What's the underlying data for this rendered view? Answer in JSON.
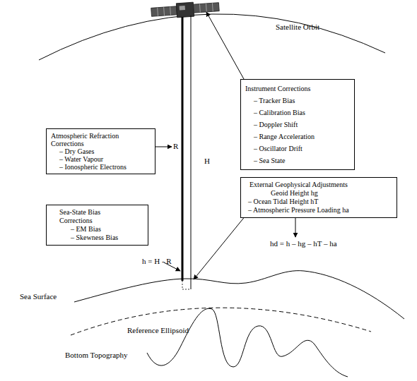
{
  "diagram": {
    "nodes": [
      {
        "text": [
          "Instrument Corrections",
          "– Tracker Bias",
          "– Calibration Bias",
          "– Doppler Shift",
          "– Range Acceleration",
          "– Oscillator Drift",
          "– Sea State"
        ]
      },
      {
        "text": [
          "Atmospheric Refraction Corrections",
          "– Dry Gases",
          "– Water Vapour",
          "– Ionospheric Electrons"
        ]
      },
      {
        "text": [
          "External Geophysical Adjustments",
          "Geoid Height hg",
          "– Ocean Tidal Height hT",
          "– Atmospheric Pressure Loading ha"
        ]
      },
      {
        "text": [
          "Sea-State Bias Corrections",
          "– EM Bias",
          "– Skewness Bias"
        ]
      }
    ],
    "labels": [
      "Satellite Orbit",
      "R",
      "H",
      "hd = h – hg – hT – ha",
      "h = H - R",
      "Sea Surface",
      "Reference Ellipsoid",
      "Bottom Topography"
    ]
  }
}
